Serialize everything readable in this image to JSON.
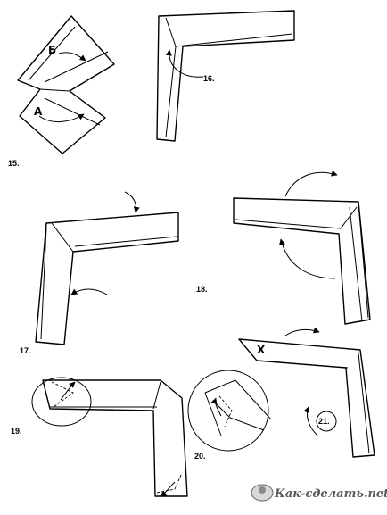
{
  "steps": {
    "s15": "15.",
    "s16": "16.",
    "s17": "17.",
    "s18": "18.",
    "s19": "19.",
    "s20": "20.",
    "s21": "21."
  },
  "letters": {
    "b": "Б",
    "a": "А",
    "x": "X"
  },
  "watermark": {
    "text": "Как-сделать.net"
  }
}
